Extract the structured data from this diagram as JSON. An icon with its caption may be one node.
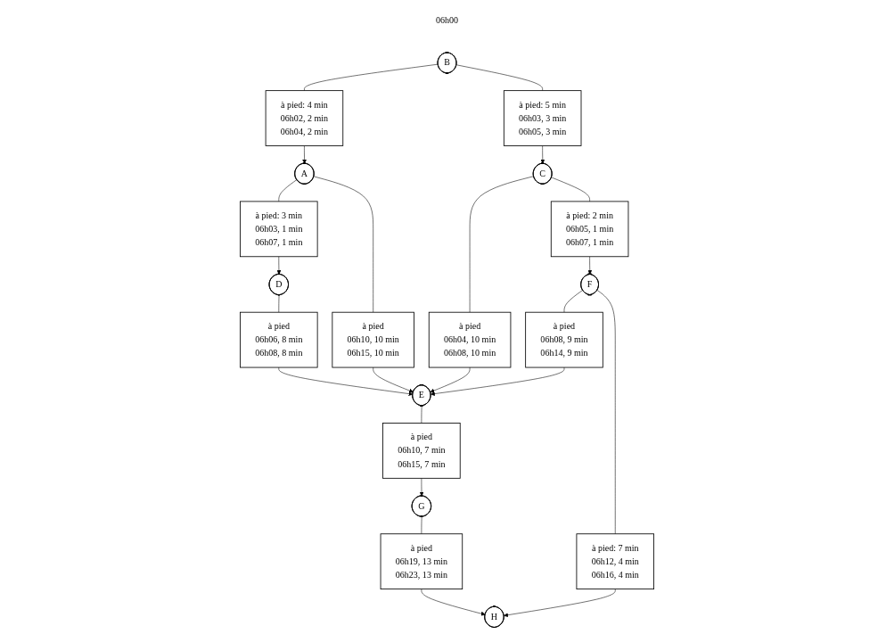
{
  "diagram": {
    "nodes": [
      {
        "text": [
          "à pied: 4 min",
          "06h02, 2 min",
          "06h04, 2 min"
        ]
      },
      {
        "text": [
          "à pied: 5 min",
          "06h03, 3 min",
          "06h05, 3 min"
        ]
      },
      {
        "text": [
          "A"
        ]
      },
      {
        "text": [
          "B"
        ],
        "beside": [
          "06h00"
        ]
      },
      {
        "text": [
          "C"
        ]
      },
      {
        "text": [
          "à pied: 3 min",
          "06h03, 1 min",
          "06h07, 1 min"
        ]
      },
      {
        "text": [
          "à pied",
          "06h10, 10 min",
          "06h15, 10 min"
        ]
      },
      {
        "text": [
          "à pied",
          "06h04, 10 min",
          "06h08, 10 min"
        ]
      },
      {
        "text": [
          "à pied: 2 min",
          "06h05, 1 min",
          "06h07, 1 min"
        ]
      },
      {
        "text": [
          "D"
        ]
      },
      {
        "text": [
          "à pied",
          "06h06, 8 min",
          "06h08, 8 min"
        ]
      },
      {
        "text": [
          "E"
        ]
      },
      {
        "text": [
          "à pied",
          "06h08, 9 min",
          "06h14, 9 min"
        ]
      },
      {
        "text": [
          "F"
        ]
      },
      {
        "text": [
          "à pied",
          "06h10, 7 min",
          "06h15, 7 min"
        ]
      },
      {
        "text": [
          "à pied: 7 min",
          "06h12, 4 min",
          "06h16, 4 min"
        ]
      },
      {
        "text": [
          "G"
        ]
      },
      {
        "text": [
          "à pied",
          "06h19, 13 min",
          "06h23, 13 min"
        ]
      },
      {
        "text": [
          "H"
        ]
      }
    ],
    "edges": [
      {
        "from": 3,
        "to": 0,
        "arrow": "none"
      },
      {
        "from": 0,
        "to": 2,
        "arrow": "to"
      },
      {
        "from": 3,
        "to": 1,
        "arrow": "none"
      },
      {
        "from": 1,
        "to": 4,
        "arrow": "to"
      },
      {
        "from": 2,
        "to": 5,
        "arrow": "none"
      },
      {
        "from": 5,
        "to": 9,
        "arrow": "to"
      },
      {
        "from": 2,
        "to": 6,
        "arrow": "none"
      },
      {
        "from": 6,
        "to": 11,
        "arrow": "to"
      },
      {
        "from": 4,
        "to": 7,
        "arrow": "none"
      },
      {
        "from": 7,
        "to": 11,
        "arrow": "to"
      },
      {
        "from": 4,
        "to": 8,
        "arrow": "none"
      },
      {
        "from": 8,
        "to": 13,
        "arrow": "to"
      },
      {
        "from": 9,
        "to": 10,
        "arrow": "none"
      },
      {
        "from": 10,
        "to": 11,
        "arrow": "to"
      },
      {
        "from": 13,
        "to": 12,
        "arrow": "none"
      },
      {
        "from": 12,
        "to": 11,
        "arrow": "to"
      },
      {
        "from": 11,
        "to": 14,
        "arrow": "none"
      },
      {
        "from": 14,
        "to": 16,
        "arrow": "to"
      },
      {
        "from": 13,
        "to": 15,
        "arrow": "none"
      },
      {
        "from": 15,
        "to": 18,
        "arrow": "to"
      },
      {
        "from": 16,
        "to": 17,
        "arrow": "none"
      },
      {
        "from": 17,
        "to": 18,
        "arrow": "to"
      }
    ]
  }
}
